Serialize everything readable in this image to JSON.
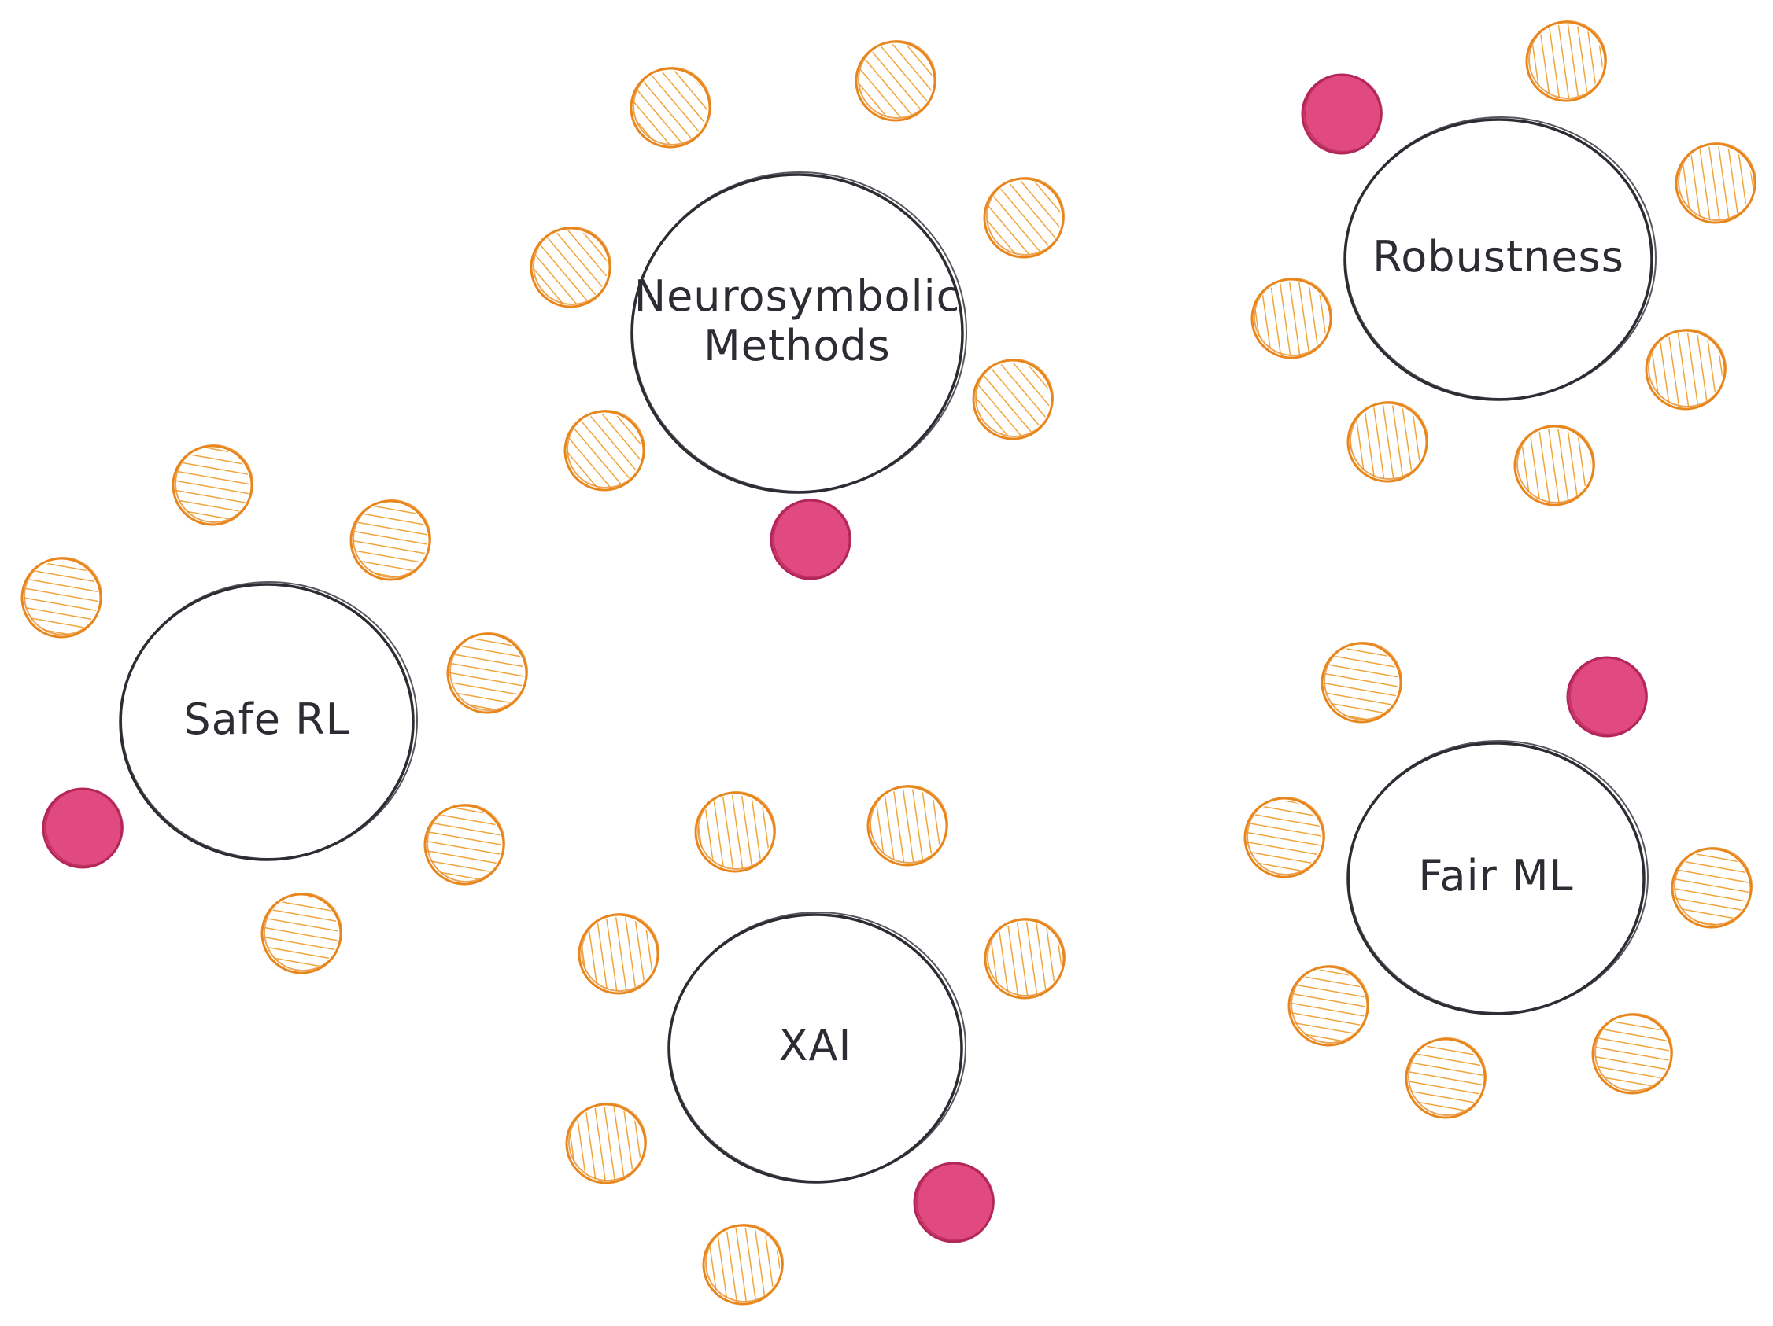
{
  "colors": {
    "background": "#ffffff",
    "hub_stroke": "#2b2d33",
    "hub_fill": "#ffffff",
    "satellite_stroke": "#e8861c",
    "satellite_hatch": "#f0a43a",
    "highlight_fill": "#e04a7e",
    "highlight_stroke": "#b3265a"
  },
  "clusters": [
    {
      "id": "neurosymbolic",
      "label_lines": [
        "Neurosymbolic",
        "Methods"
      ],
      "satellites": [
        "hatched",
        "hatched",
        "hatched",
        "hatched",
        "hatched",
        "hatched",
        "highlight"
      ]
    },
    {
      "id": "robustness",
      "label_lines": [
        "Robustness"
      ],
      "satellites": [
        "highlight",
        "hatched",
        "hatched",
        "hatched",
        "hatched",
        "hatched",
        "hatched"
      ]
    },
    {
      "id": "safe-rl",
      "label_lines": [
        "Safe RL"
      ],
      "satellites": [
        "hatched",
        "hatched",
        "hatched",
        "hatched",
        "hatched",
        "hatched",
        "highlight"
      ]
    },
    {
      "id": "xai",
      "label_lines": [
        "XAI"
      ],
      "satellites": [
        "hatched",
        "hatched",
        "hatched",
        "hatched",
        "hatched",
        "hatched",
        "highlight"
      ]
    },
    {
      "id": "fair-ml",
      "label_lines": [
        "Fair ML"
      ],
      "satellites": [
        "hatched",
        "highlight",
        "hatched",
        "hatched",
        "hatched",
        "hatched",
        "hatched"
      ]
    }
  ]
}
